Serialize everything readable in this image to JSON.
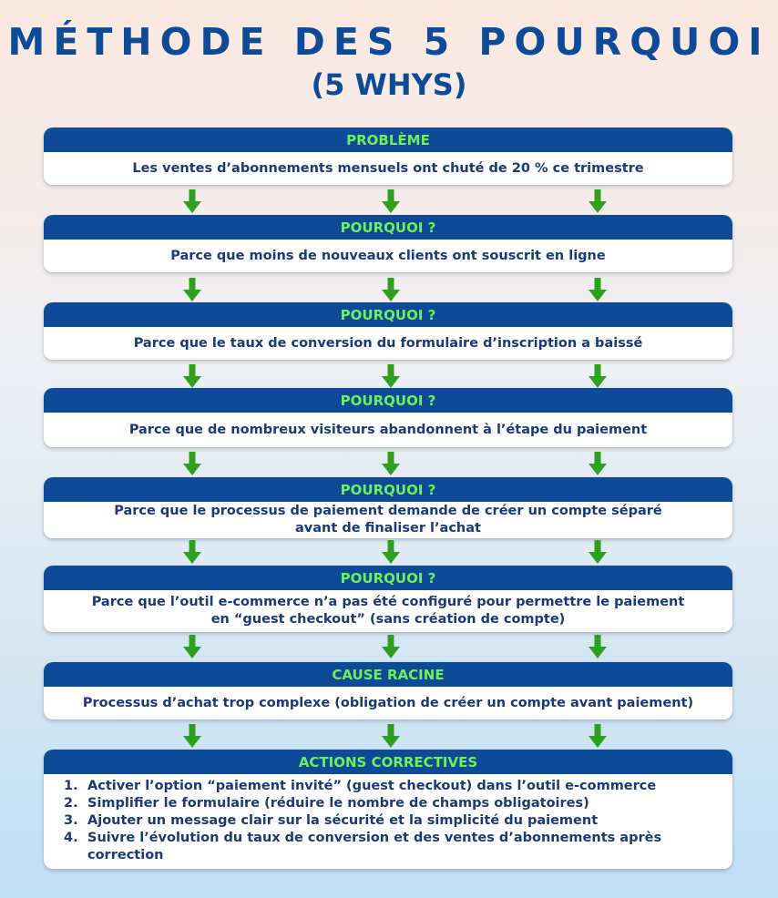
{
  "title": "MÉTHODE DES 5 POURQUOI",
  "subtitle": "(5 WHYS)",
  "colors": {
    "navy": "#0d4a97",
    "green_text": "#6ef05a",
    "arrow_green": "#2fa01e",
    "body_text": "#1b3a7a"
  },
  "steps": [
    {
      "header": "PROBLÈME",
      "text": "Les ventes d’abonnements mensuels ont chuté de 20 % ce trimestre"
    },
    {
      "header": "POURQUOI ?",
      "text": "Parce que moins de nouveaux clients ont souscrit en ligne"
    },
    {
      "header": "POURQUOI ?",
      "text": "Parce que le taux de conversion du formulaire d’inscription a baissé"
    },
    {
      "header": "POURQUOI ?",
      "text": "Parce que de nombreux visiteurs abandonnent à l’étape du paiement"
    },
    {
      "header": "POURQUOI ?",
      "text_lines": [
        "Parce que le processus de paiement demande de créer un compte séparé",
        "avant de finaliser l’achat"
      ]
    },
    {
      "header": "POURQUOI ?",
      "text_lines": [
        "Parce que l’outil e-commerce n’a pas été configuré pour permettre le paiement",
        "en “guest checkout” (sans création de compte)"
      ]
    },
    {
      "header": "CAUSE RACINE",
      "text": "Processus d’achat trop complexe (obligation de créer un compte avant paiement)"
    }
  ],
  "actions": {
    "header": "ACTIONS CORRECTIVES",
    "items": [
      {
        "num": "1.",
        "text": "Activer l’option “paiement invité” (guest checkout) dans l’outil e-commerce"
      },
      {
        "num": "2.",
        "text": "Simplifier le formulaire (réduire le nombre de champs obligatoires)"
      },
      {
        "num": "3.",
        "text": "Ajouter un message clair sur la sécurité et la simplicité du paiement"
      },
      {
        "num": "4.",
        "text": "Suivre l’évolution du taux de conversion et des ventes d’abonnements après correction"
      }
    ]
  }
}
